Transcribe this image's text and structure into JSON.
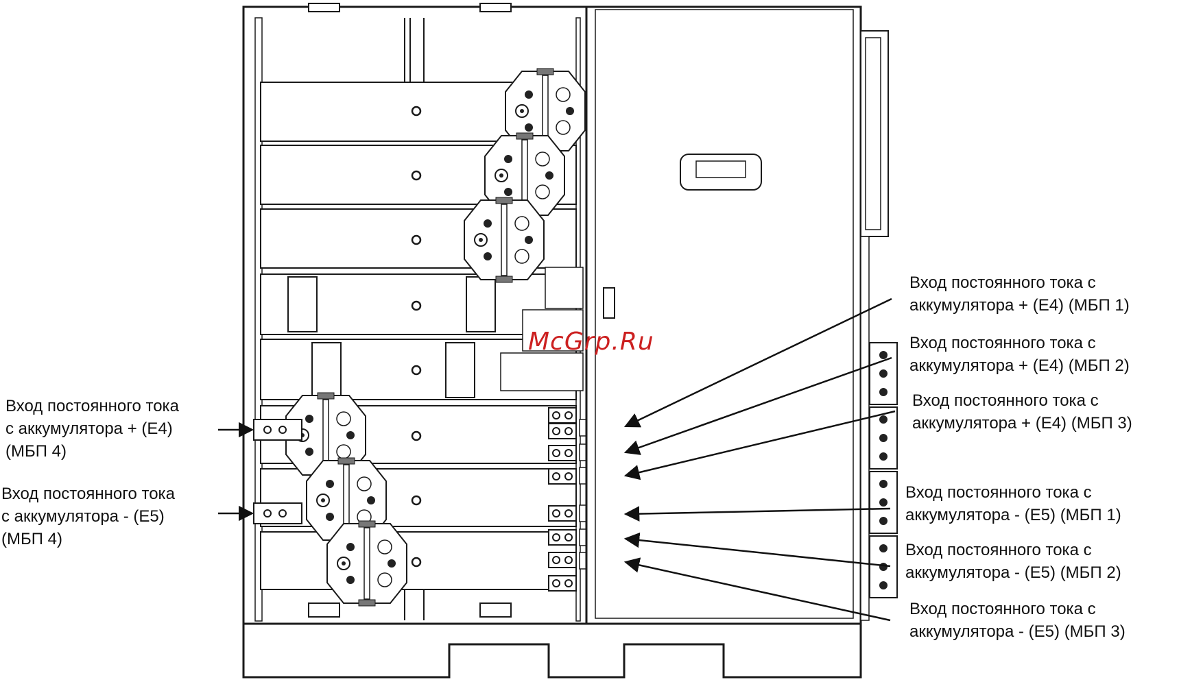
{
  "watermark": "McGrp.Ru",
  "labels": {
    "plus_e4_ups1": {
      "line1": "Вход постоянного тока с",
      "line2": "аккумулятора + (E4) (МБП 1)"
    },
    "plus_e4_ups2": {
      "line1": "Вход постоянного тока с",
      "line2": "аккумулятора + (E4) (МБП 2)"
    },
    "plus_e4_ups3": {
      "line1": "Вход постоянного тока с",
      "line2": "аккумулятора + (E4) (МБП 3)"
    },
    "minus_e5_ups1": {
      "line1": "Вход постоянного тока с",
      "line2": "аккумулятора - (E5) (МБП 1)"
    },
    "minus_e5_ups2": {
      "line1": "Вход постоянного тока с",
      "line2": "аккумулятора - (E5) (МБП 2)"
    },
    "minus_e5_ups3": {
      "line1": "Вход постоянного тока с",
      "line2": "аккумулятора - (E5) (МБП 3)"
    },
    "plus_e4_ups4": {
      "line1": "Вход постоянного тока",
      "line2": "с аккумулятора + (E4)",
      "line3": "(МБП 4)"
    },
    "minus_e5_ups4": {
      "line1": "Вход постоянного тока",
      "line2": "с аккумулятора - (E5)",
      "line3": "(МБП 4)"
    }
  },
  "colors": {
    "line": "#1a1a1a",
    "watermark": "#cc2020"
  }
}
